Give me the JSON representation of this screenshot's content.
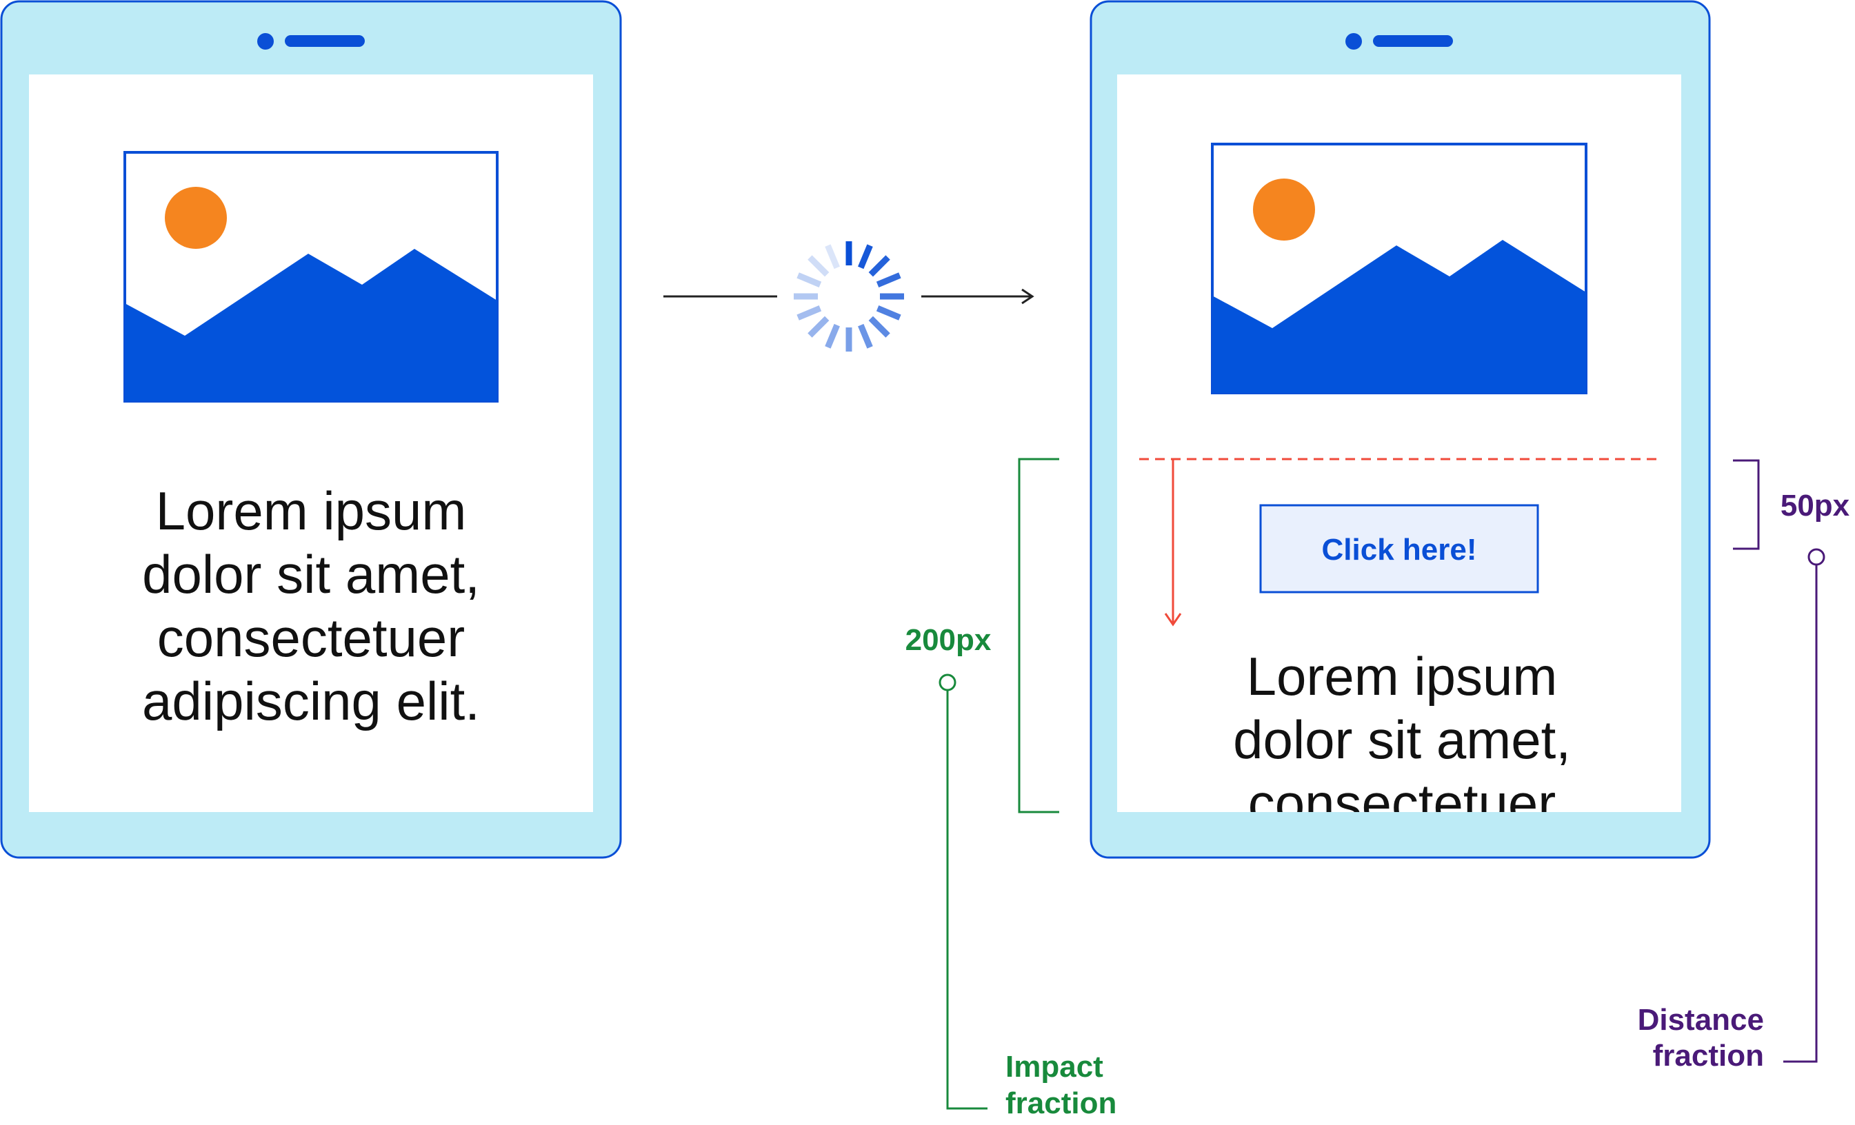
{
  "before_screen": {
    "text_lines": [
      "Lorem ipsum",
      "dolor sit amet,",
      "consectetuer",
      "adipiscing elit."
    ]
  },
  "after_screen": {
    "button_label": "Click here!",
    "text_lines": [
      "Lorem ipsum",
      "dolor sit amet,",
      "consectetuer"
    ]
  },
  "annotations": {
    "impact_distance": "200px",
    "impact_label_lines": [
      "Impact",
      "fraction"
    ],
    "shift_distance": "50px",
    "distance_label_lines": [
      "Distance",
      "fraction"
    ]
  },
  "icons": {
    "transition": "loading-spinner-icon",
    "arrow": "arrow-right-icon",
    "image": "image-placeholder-icon"
  },
  "colors": {
    "device_frame": "#bdebf6",
    "device_border": "#0a4fd6",
    "image_blue": "#0353db",
    "sun_orange": "#f5851f",
    "shift_red": "#f04a3a",
    "impact_green": "#188a3c",
    "distance_purple": "#4a1a78",
    "button_fill": "#e9f0fd"
  }
}
